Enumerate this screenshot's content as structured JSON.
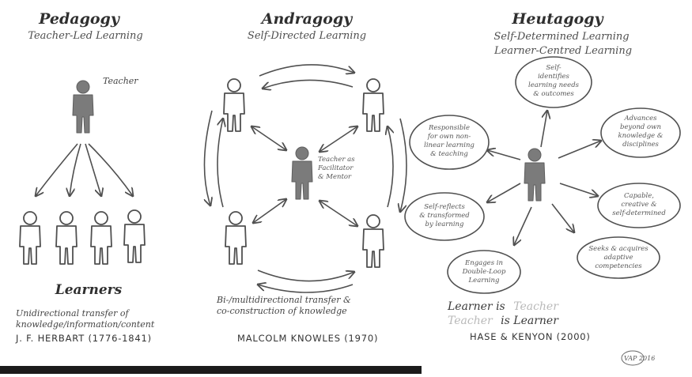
{
  "pedagogy": {
    "title": "Pedagogy",
    "subtitle": "Teacher-Led Learning",
    "teacher_label": "Teacher",
    "learners_label": "Learners",
    "caption_line1": "Unidirectional transfer of",
    "caption_line2": "knowledge/information/content",
    "author": "J. F. HERBART (1776-1841)"
  },
  "andragogy": {
    "title": "Andragogy",
    "subtitle": "Self-Directed Learning",
    "center_line1": "Teacher as",
    "center_line2": "Facilitator",
    "center_line3": "& Mentor",
    "caption_line1": "Bi-/multidirectional transfer &",
    "caption_line2": "co-construction of knowledge",
    "author": "MALCOLM KNOWLES (1970)"
  },
  "heutagogy": {
    "title": "Heutagogy",
    "subtitle_line1": "Self-Determined Learning",
    "subtitle_line2": "Learner-Centred Learning",
    "bubbles": [
      {
        "line1": "Self-",
        "line2": "identifies",
        "line3": "learning needs",
        "line4": "& outcomes"
      },
      {
        "line1": "Advances",
        "line2": "beyond own",
        "line3": "knowledge &",
        "line4": "disciplines"
      },
      {
        "line1": "Capable,",
        "line2": "creative &",
        "line3": "self-determined",
        "line4": ""
      },
      {
        "line1": "Seeks & acquires",
        "line2": "adaptive",
        "line3": "competencies",
        "line4": ""
      },
      {
        "line1": "Engages in",
        "line2": "Double-Loop",
        "line3": "Learning",
        "line4": ""
      },
      {
        "line1": "Self-reflects",
        "line2": "& transformed",
        "line3": "by learning",
        "line4": ""
      },
      {
        "line1": "Responsible",
        "line2": "for own non-",
        "line3": "linear learning",
        "line4": "& teaching"
      }
    ],
    "role_line1_a": "Learner is",
    "role_line1_b": "Teacher",
    "role_line2_a": "Teacher",
    "role_line2_b": "is Learner",
    "author": "HASE & KENYON (2000)",
    "signature": "VAP 2016"
  },
  "colors": {
    "figure_gray": "#7b7b7b",
    "ink": "#4a4a4a",
    "footer_bar": "#1b1b1b"
  }
}
